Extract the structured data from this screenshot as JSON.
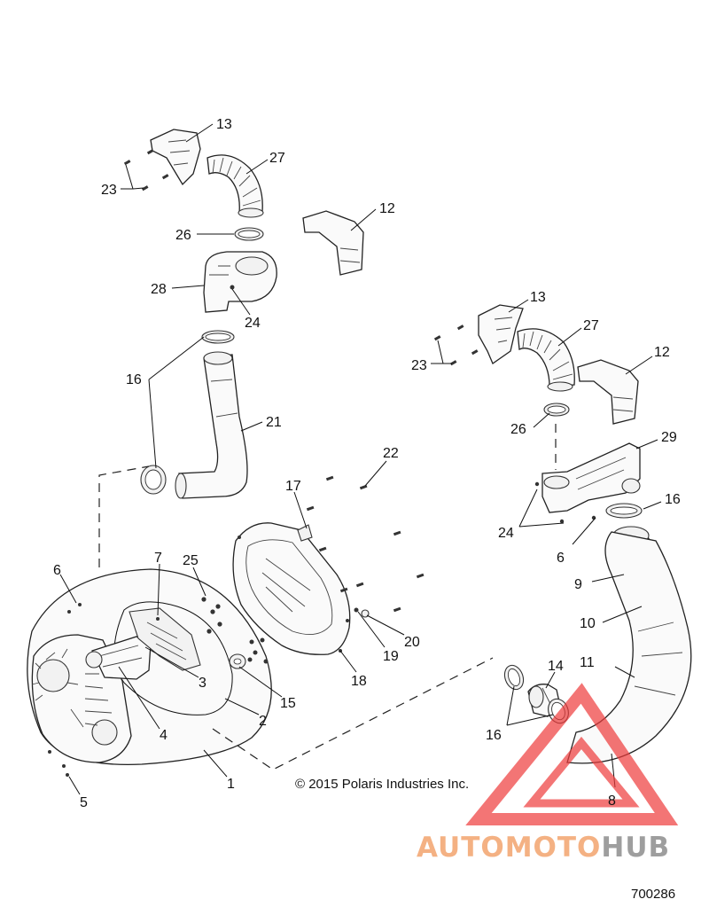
{
  "callouts": [
    {
      "id": "c13a",
      "label": "13"
    },
    {
      "id": "c27a",
      "label": "27"
    },
    {
      "id": "c23a",
      "label": "23"
    },
    {
      "id": "c12a",
      "label": "12"
    },
    {
      "id": "c26a",
      "label": "26"
    },
    {
      "id": "c28",
      "label": "28"
    },
    {
      "id": "c24a",
      "label": "24"
    },
    {
      "id": "c16a",
      "label": "16"
    },
    {
      "id": "c21",
      "label": "21"
    },
    {
      "id": "c22",
      "label": "22"
    },
    {
      "id": "c17",
      "label": "17"
    },
    {
      "id": "c7",
      "label": "7"
    },
    {
      "id": "c25",
      "label": "25"
    },
    {
      "id": "c6a",
      "label": "6"
    },
    {
      "id": "c3",
      "label": "3"
    },
    {
      "id": "c4",
      "label": "4"
    },
    {
      "id": "c2",
      "label": "2"
    },
    {
      "id": "c15",
      "label": "15"
    },
    {
      "id": "c1",
      "label": "1"
    },
    {
      "id": "c5",
      "label": "5"
    },
    {
      "id": "c18",
      "label": "18"
    },
    {
      "id": "c19",
      "label": "19"
    },
    {
      "id": "c20",
      "label": "20"
    },
    {
      "id": "c13b",
      "label": "13"
    },
    {
      "id": "c27b",
      "label": "27"
    },
    {
      "id": "c23b",
      "label": "23"
    },
    {
      "id": "c12b",
      "label": "12"
    },
    {
      "id": "c26b",
      "label": "26"
    },
    {
      "id": "c29",
      "label": "29"
    },
    {
      "id": "c24b",
      "label": "24"
    },
    {
      "id": "c16b",
      "label": "16"
    },
    {
      "id": "c6b",
      "label": "6"
    },
    {
      "id": "c9",
      "label": "9"
    },
    {
      "id": "c10",
      "label": "10"
    },
    {
      "id": "c11",
      "label": "11"
    },
    {
      "id": "c14",
      "label": "14"
    },
    {
      "id": "c16c",
      "label": "16"
    },
    {
      "id": "c8",
      "label": "8"
    }
  ],
  "copyright": "© 2015 Polaris Industries Inc.",
  "diagram_id": "700286",
  "watermark": {
    "part1": "AUTOMOTO",
    "part2": "HUB",
    "color1": "#f4b183",
    "color2": "#9e9e9e",
    "triangle_color": "#ee3b3b"
  }
}
